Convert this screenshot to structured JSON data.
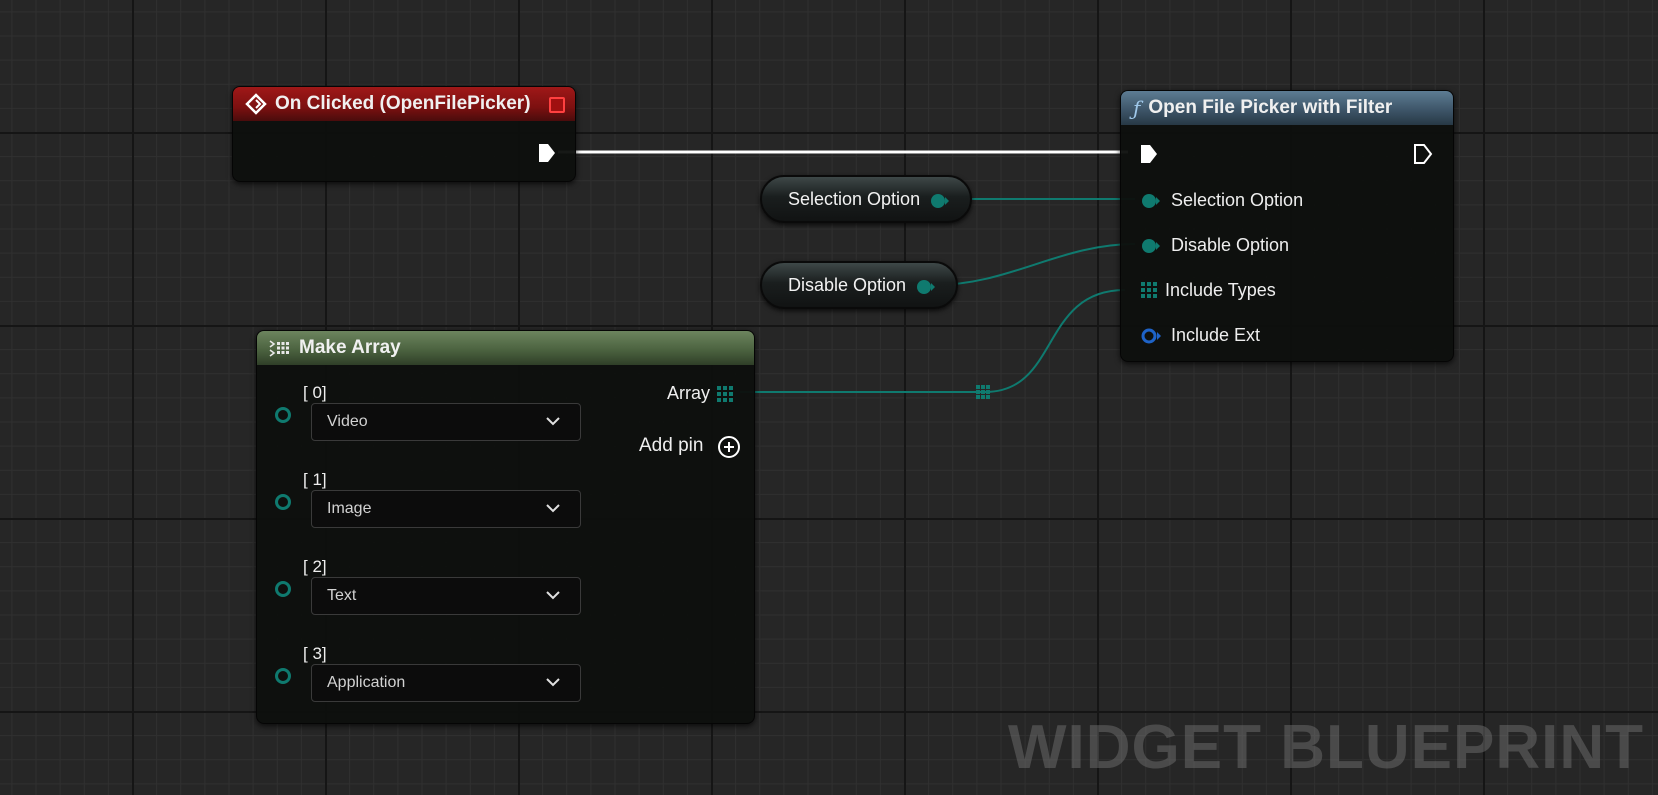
{
  "graph": {
    "watermark": "WIDGET BLUEPRINT",
    "colors": {
      "event_header": "#8c1414",
      "function_header": "#4a6377",
      "make_array_header": "#587050",
      "exec_pin": "#ffffff",
      "enum_pin": "#0f7a6f",
      "object_pin": "#1e63c8",
      "wire_exec": "#ffffff",
      "wire_enum": "#0f7a6f"
    }
  },
  "event_node": {
    "title": "On Clicked (OpenFilePicker)",
    "icon": "event-diamond-icon",
    "delegate_icon": "delegate-square-icon"
  },
  "function_node": {
    "title": "Open File Picker with Filter",
    "icon": "function-f-icon",
    "inputs": [
      "Selection Option",
      "Disable Option",
      "Include Types",
      "Include Ext"
    ]
  },
  "variables": [
    {
      "label": "Selection Option"
    },
    {
      "label": "Disable Option"
    }
  ],
  "make_array": {
    "title": "Make Array",
    "icon": "make-array-icon",
    "output_label": "Array",
    "add_pin_label": "Add pin",
    "elements": [
      {
        "index": "[ 0]",
        "value": "Video"
      },
      {
        "index": "[ 1]",
        "value": "Image"
      },
      {
        "index": "[ 2]",
        "value": "Text"
      },
      {
        "index": "[ 3]",
        "value": "Application"
      }
    ]
  }
}
